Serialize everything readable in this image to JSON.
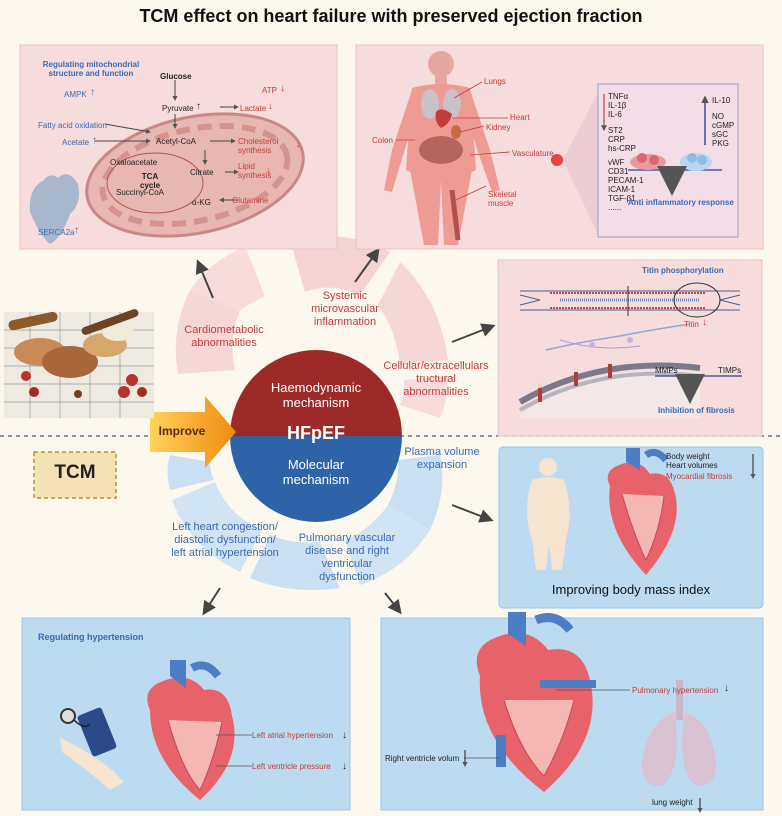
{
  "title": "TCM effect on heart failure with preserved ejection fraction",
  "center": {
    "top": "Haemodynamic\nmechanism",
    "hfpef": "HFpEF",
    "bottom": "Molecular\nmechanism"
  },
  "improve": "Improve",
  "tcm": "TCM",
  "segments": {
    "cardiometabolic": "Cardiometabolic\nabnormalities",
    "systemic": "Systemic\nmicrovascular\ninflammation",
    "cellular": "Cellular/extracellulars\ntructural\nabnormalities",
    "plasma": "Plasma volume\nexpansion",
    "pulmonary": "Pulmonary vascular\ndisease and right\nventricular\ndysfunction",
    "left_heart": "Left heart congestion/\ndiastolic dysfunction/\nleft atrial hypertension"
  },
  "mito": {
    "heading": "Regulating mitochondrial\nstructure and function",
    "ampk": "AMPK",
    "fatty": "Fatty acid oxidation",
    "acetate": "Acetate",
    "glucose": "Glucose",
    "pyruvate": "Pyruvate",
    "lactate": "Lactate",
    "atp": "ATP",
    "acetylcoa": "Acetyl-CoA",
    "cholesterol": "Cholesterol\nsynthesis",
    "oxaloacetate": "Oxaloacetate",
    "tca": "TCA\ncycle",
    "citrate": "Citrate",
    "lipid": "Lipid\nsynthesis",
    "succinyl": "Succinyl-CoA",
    "akg": "α-KG",
    "glutamine": "Glutamine",
    "serca": "SERCA2a"
  },
  "inflam": {
    "lungs": "Lungs",
    "heart": "Heart",
    "kidney": "Kidney",
    "colon": "Colon",
    "vasculature": "Vasculature",
    "skeletal": "Skeletal\nmuscle",
    "group1": "TNFα\nIL-1β\nIL-6",
    "group2": "ST2\nCRP\nhs-CRP",
    "group3": "vWF\nCD31\nPECAM-1\nICAM-1\nTGF-β1\n......",
    "group4": "IL-10",
    "group5": "NO\ncGMP\nsGC\nPKG",
    "anti": "Anti inflammatory response"
  },
  "titin": {
    "heading": "Titin phosphorylation",
    "titin": "Titin",
    "mmps": "MMPs",
    "timps": "TIMPs",
    "fibrosis": "Inhibition of fibrosis"
  },
  "bmi": {
    "items": "Body weight\nHeart volumes",
    "fibrosis": "Myocardial fibrosis",
    "caption": "Improving body mass index"
  },
  "hyper": {
    "heading": "Regulating hypertension",
    "lah": "Left atrial hypertension",
    "lvp": "Left ventricle pressure"
  },
  "pulm": {
    "ph": "Pulmonary hypertension",
    "rv": "Right ventricle volum",
    "lung": "lung weight"
  },
  "arrows": {
    "up": "↑",
    "down": "↓"
  },
  "colors": {
    "pink_panel": "#f6dcdc",
    "blue_panel": "#bcdaf0",
    "haemo_red": "#9e2a28",
    "molecular_blue": "#2f63a8",
    "improve_orange": "#f0a020"
  }
}
